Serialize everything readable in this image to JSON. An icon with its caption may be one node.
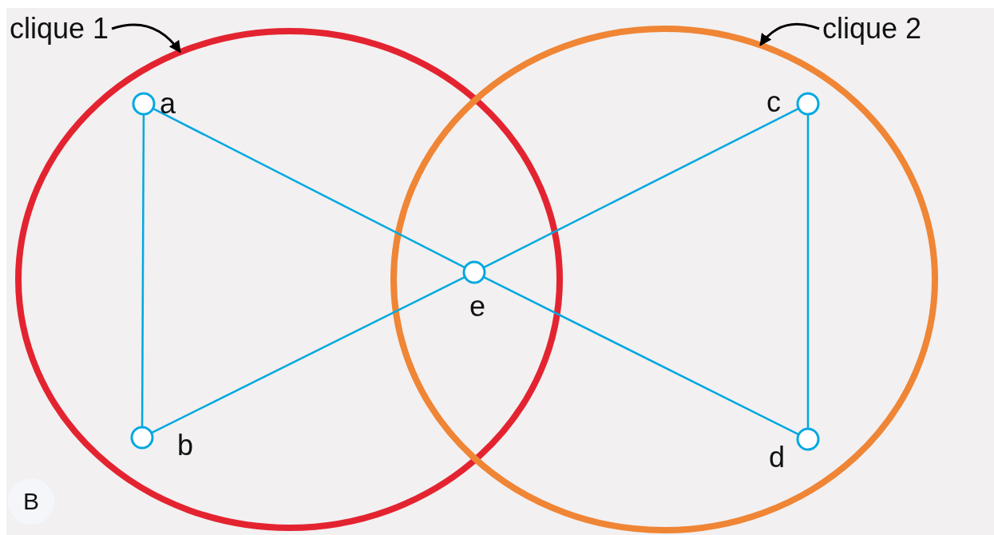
{
  "diagram": {
    "nodes": [
      {
        "text": [
          "clique 1"
        ]
      },
      {
        "text": [],
        "shape": "circle"
      },
      {
        "text": [
          "clique 2"
        ]
      },
      {
        "text": [],
        "shape": "circle"
      },
      {
        "text": [],
        "shape": "circle",
        "beside": [
          "a"
        ],
        "in": 1
      },
      {
        "text": [],
        "shape": "circle",
        "beside": [
          "b"
        ],
        "in": 1
      },
      {
        "text": [],
        "shape": "circle",
        "beside": [
          "e"
        ]
      },
      {
        "text": [],
        "shape": "circle",
        "beside": [
          "c"
        ],
        "in": 3
      },
      {
        "text": [],
        "shape": "circle",
        "beside": [
          "d"
        ],
        "in": 3
      }
    ],
    "edges": [
      {
        "from": 0,
        "to": 1,
        "arrow": "to",
        "color": "#000000"
      },
      {
        "from": 2,
        "to": 3,
        "arrow": "to",
        "color": "#000000"
      },
      {
        "from": 4,
        "to": 5,
        "arrow": "none"
      },
      {
        "from": 4,
        "to": 6,
        "arrow": "none"
      },
      {
        "from": 5,
        "to": 6,
        "arrow": "none"
      },
      {
        "from": 7,
        "to": 6,
        "arrow": "none"
      },
      {
        "from": 8,
        "to": 6,
        "arrow": "none"
      },
      {
        "from": 7,
        "to": 8,
        "arrow": "none"
      }
    ],
    "labels": [
      "B"
    ]
  }
}
